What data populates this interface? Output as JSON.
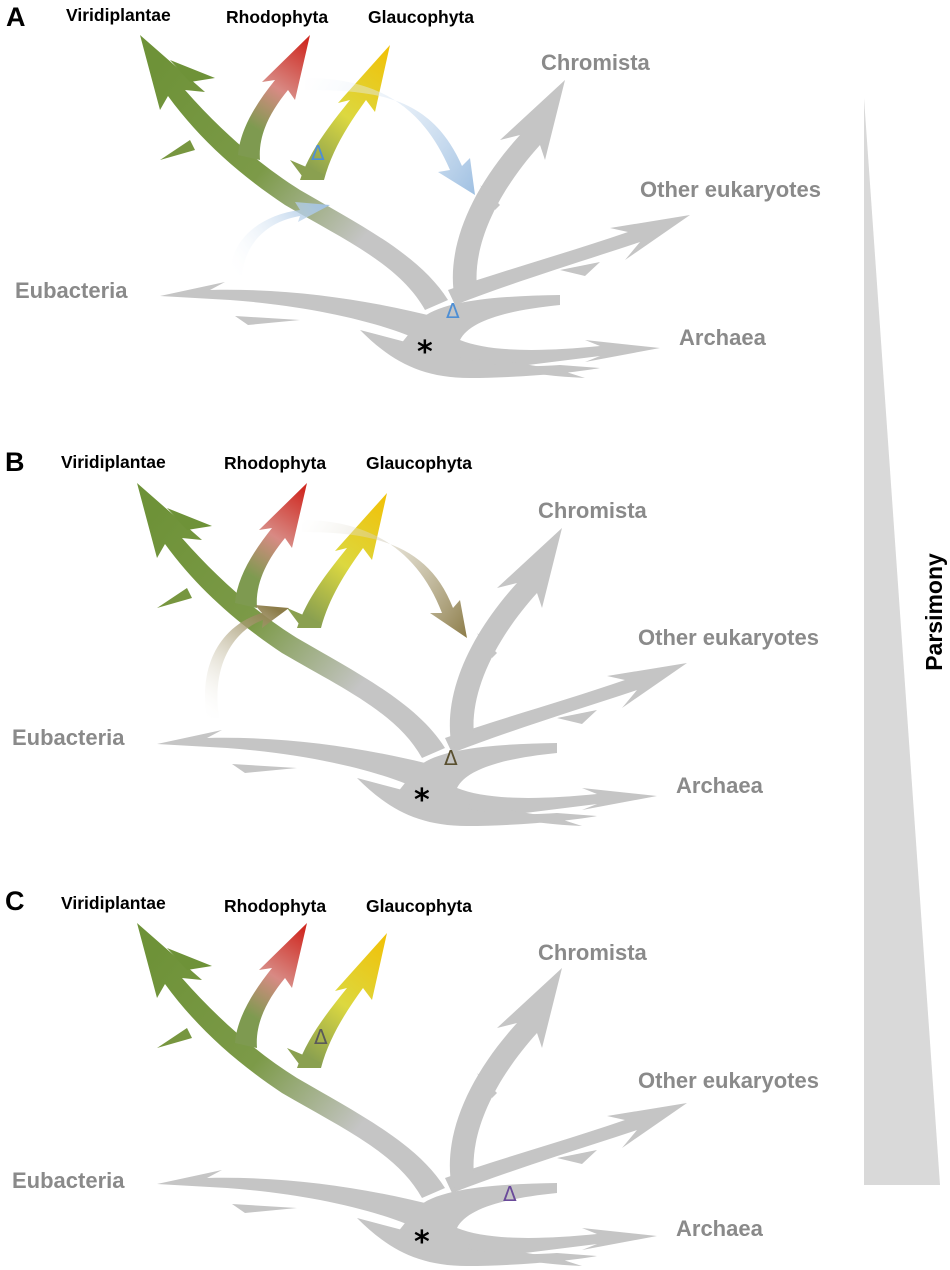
{
  "colors": {
    "trunk": "#c5c5c5",
    "viridiplantae": "#6e9238",
    "rhodophyta": "#cf2a22",
    "glaucophyta": "#f0c20a",
    "transfer_a": "#9fc0e2",
    "transfer_b": "#8c7c48",
    "delta_a": "#4f8fd4",
    "delta_b": "#5a5030",
    "delta_c1": "#5a5a5a",
    "delta_c2": "#6a4a9a",
    "parsimony": "#d9d9d9"
  },
  "delta_symbol": "Δ",
  "asterisk_symbol": "*",
  "parsimony_label": "Parsimony",
  "panels": [
    {
      "letter": "A",
      "labels": {
        "viridiplantae": "Viridiplantae",
        "rhodophyta": "Rhodophyta",
        "glaucophyta": "Glaucophyta",
        "chromista": "Chromista",
        "other_eukaryotes": "Other eukaryotes",
        "eubacteria": "Eubacteria",
        "archaea": "Archaea"
      }
    },
    {
      "letter": "B",
      "labels": {
        "viridiplantae": "Viridiplantae",
        "rhodophyta": "Rhodophyta",
        "glaucophyta": "Glaucophyta",
        "chromista": "Chromista",
        "other_eukaryotes": "Other eukaryotes",
        "eubacteria": "Eubacteria",
        "archaea": "Archaea"
      }
    },
    {
      "letter": "C",
      "labels": {
        "viridiplantae": "Viridiplantae",
        "rhodophyta": "Rhodophyta",
        "glaucophyta": "Glaucophyta",
        "chromista": "Chromista",
        "other_eukaryotes": "Other eukaryotes",
        "eubacteria": "Eubacteria",
        "archaea": "Archaea"
      }
    }
  ]
}
